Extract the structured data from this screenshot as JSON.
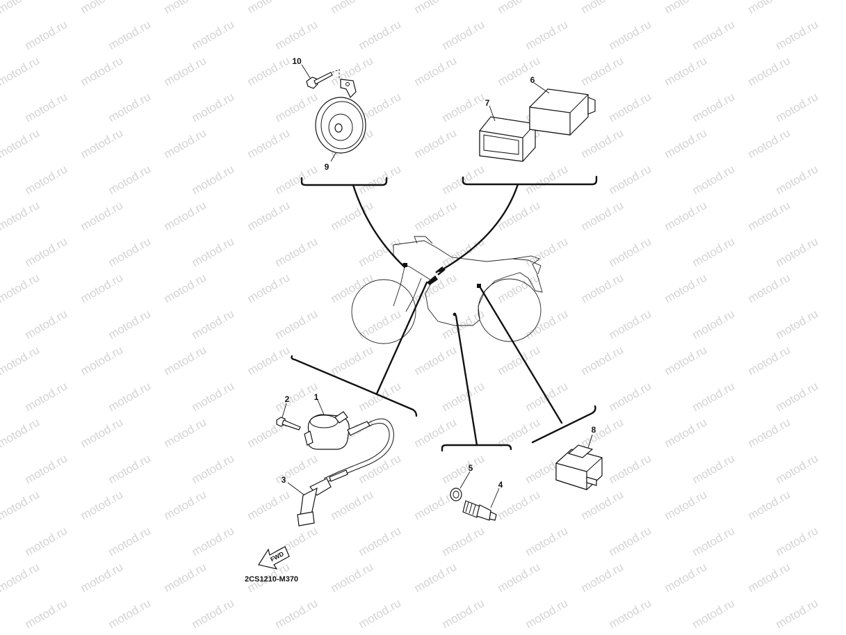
{
  "diagram": {
    "drawing_code": "2CS1210-M370",
    "fwd_label": "FWD",
    "callouts": [
      {
        "id": "1",
        "label": "1"
      },
      {
        "id": "2",
        "label": "2"
      },
      {
        "id": "3",
        "label": "3"
      },
      {
        "id": "4",
        "label": "4"
      },
      {
        "id": "5",
        "label": "5"
      },
      {
        "id": "6",
        "label": "6"
      },
      {
        "id": "7",
        "label": "7"
      },
      {
        "id": "8",
        "label": "8"
      },
      {
        "id": "9",
        "label": "9"
      },
      {
        "id": "10",
        "label": "10"
      }
    ],
    "watermark_text": "motod.ru",
    "colors": {
      "line": "#111111",
      "watermark": "#d4d4d4",
      "background": "#ffffff"
    }
  }
}
